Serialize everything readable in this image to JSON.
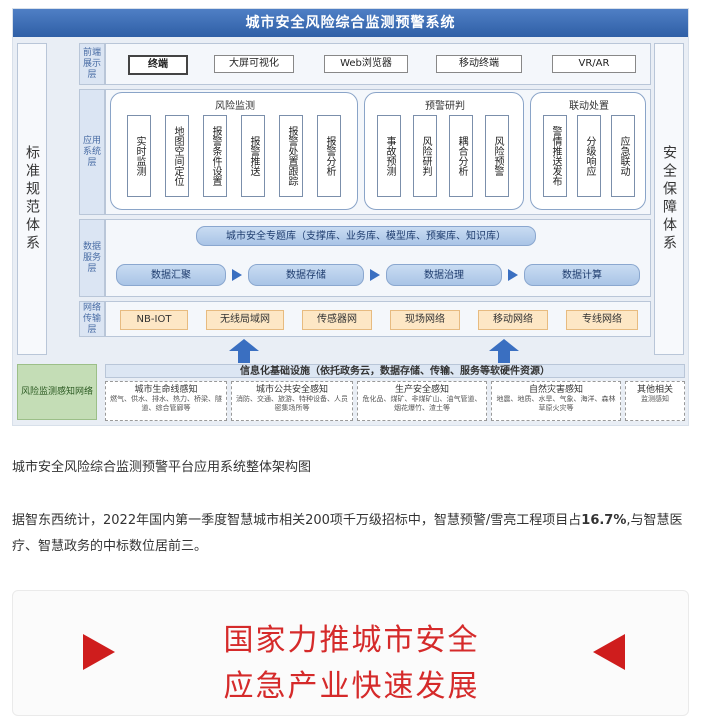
{
  "diagram": {
    "title": "城市安全风险综合监测预警系统",
    "left_side": "标准规范体系",
    "right_side": "安全保障体系",
    "layers": {
      "frontend": {
        "label": "前端展示层",
        "items": [
          "终端",
          "大屏可视化",
          "Web浏览器",
          "移动终端",
          "VR/AR"
        ]
      },
      "application": {
        "label": "应用系统层",
        "groups": [
          {
            "title": "风险监测",
            "items": [
              "实时监测",
              "地图空间定位",
              "报警条件设置",
              "报警推送",
              "报警处置跟踪",
              "报警分析"
            ]
          },
          {
            "title": "预警研判",
            "items": [
              "事故预测",
              "风险研判",
              "耦合分析",
              "风险预警"
            ]
          },
          {
            "title": "联动处置",
            "items": [
              "警情推送发布",
              "分级响应",
              "应急联动"
            ]
          }
        ]
      },
      "data": {
        "label": "数据服务层",
        "library": "城市安全专题库（支撑库、业务库、模型库、预案库、知识库）",
        "pipeline": [
          "数据汇聚",
          "数据存储",
          "数据治理",
          "数据计算"
        ]
      },
      "network": {
        "label": "网络传输层",
        "items": [
          "NB-IOT",
          "无线局域网",
          "传感器网",
          "现场网络",
          "移动网络",
          "专线网络"
        ]
      },
      "perception": {
        "label": "风险监测感知网络",
        "infra": "信息化基础设施（依托政务云，数据存储、传输、服务等软硬件资源）",
        "groups": [
          {
            "title": "城市生命线感知",
            "items": "燃气、供水、排水、热力、桥梁、隧道、综合管廊等"
          },
          {
            "title": "城市公共安全感知",
            "items": "消防、交通、旅游、特种设备、人员密集场所等"
          },
          {
            "title": "生产安全感知",
            "items": "危化品、煤矿、非煤矿山、油气管道、烟花爆竹、渣土等"
          },
          {
            "title": "自然灾害感知",
            "items": "地震、地质、水旱、气象、海洋、森林草原火灾等"
          },
          {
            "title": "其他相关",
            "items": "监测感知"
          }
        ]
      }
    }
  },
  "caption": "城市安全风险综合监测预警平台应用系统整体架构图",
  "paragraph": {
    "before": "据智东西统计，2022年国内第一季度智慧城市相关200项千万级招标中，智慧预警/雪亮工程项目占",
    "highlight": "16.7%",
    "after": ",与智慧医疗、智慧政务的中标数位居前三。"
  },
  "banner": {
    "line1": "国家力推城市安全",
    "line2": "应急产业快速发展"
  },
  "colors": {
    "title_bar": "#3a6bb5",
    "banner_text": "#d52a2a",
    "network_box": "#fde7c5",
    "perception_label": "#c4ddb6"
  }
}
